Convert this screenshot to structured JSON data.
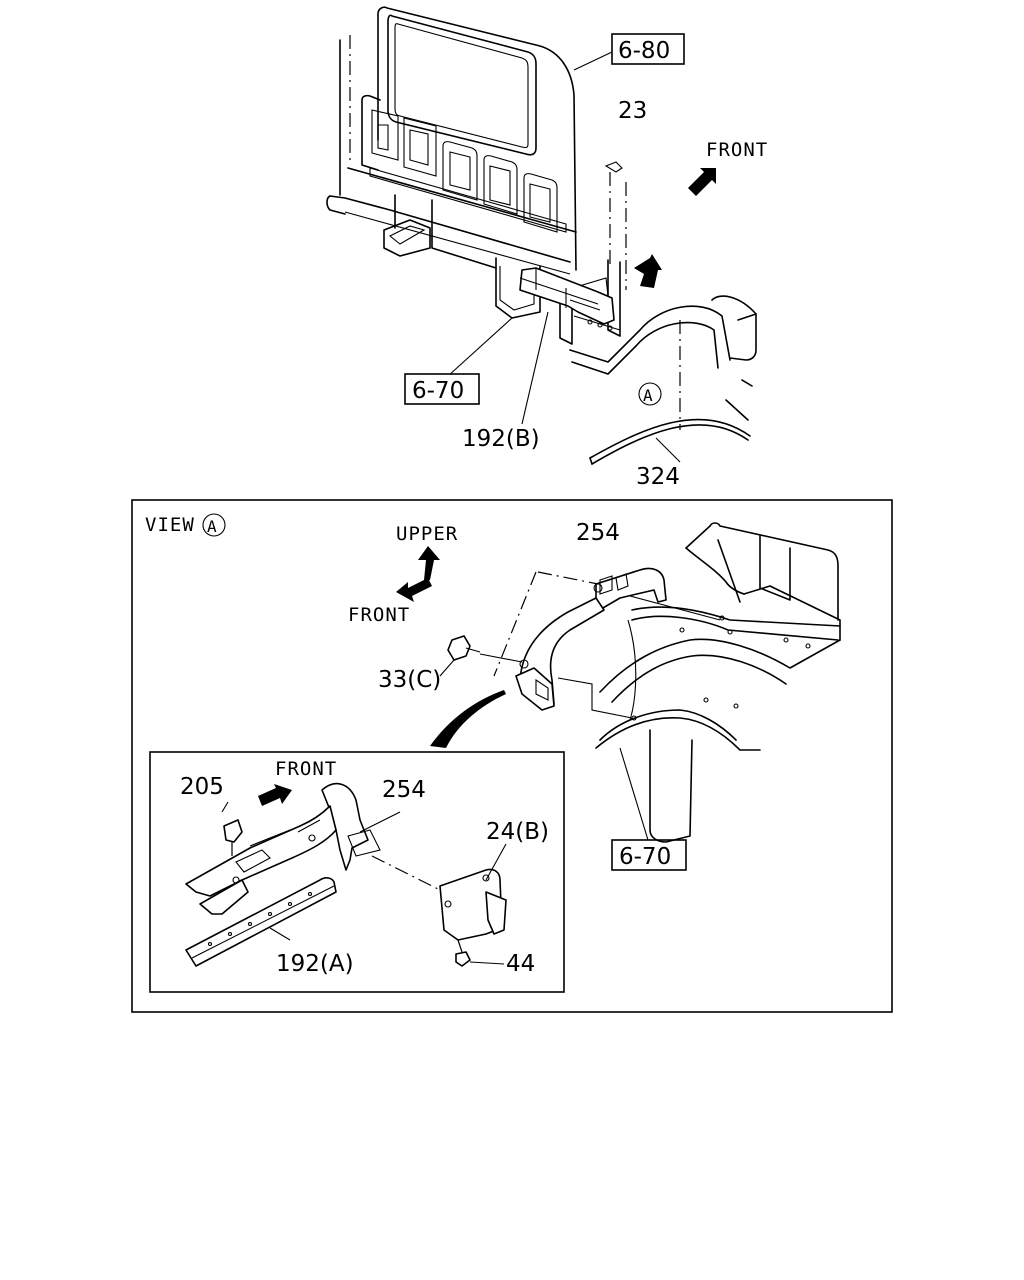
{
  "top_view": {
    "ref_6_80": "6-80",
    "ref_6_70": "6-70",
    "part_23": "23",
    "part_192b": "192(B)",
    "part_324": "324",
    "front_label": "FRONT",
    "view_marker": "A"
  },
  "view_a": {
    "title": "VIEW",
    "marker": "A",
    "upper_label": "UPPER",
    "front_label": "FRONT",
    "part_254": "254",
    "part_33c": "33(C)",
    "ref_6_70": "6-70"
  },
  "detail": {
    "front_label": "FRONT",
    "part_205": "205",
    "part_254": "254",
    "part_24b": "24(B)",
    "part_192a": "192(A)",
    "part_44": "44"
  }
}
